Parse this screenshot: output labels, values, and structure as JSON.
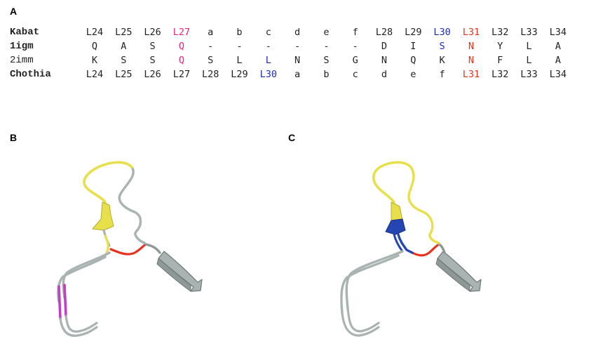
{
  "panels": {
    "a": "A",
    "b": "B",
    "c": "C"
  },
  "alignment": {
    "rows": [
      {
        "label": "Kabat",
        "bold": true,
        "cells": [
          "L24",
          "L25",
          "L26",
          "L27",
          "a",
          "b",
          "c",
          "d",
          "e",
          "f",
          "L28",
          "L29",
          "L30",
          "L31",
          "L32",
          "L33",
          "L34"
        ],
        "colors": [
          "",
          "",
          "",
          "pink",
          "",
          "",
          "",
          "",
          "",
          "",
          "",
          "",
          "blue",
          "red",
          "",
          "",
          ""
        ]
      },
      {
        "label": "1igm",
        "bold": true,
        "cells": [
          "Q",
          "A",
          "S",
          "Q",
          "-",
          "-",
          "-",
          "-",
          "-",
          "-",
          "D",
          "I",
          "S",
          "N",
          "Y",
          "L",
          "A"
        ],
        "colors": [
          "",
          "",
          "",
          "pink",
          "",
          "",
          "",
          "",
          "",
          "",
          "",
          "",
          "blue",
          "red",
          "",
          "",
          ""
        ]
      },
      {
        "label": "2imm",
        "bold": false,
        "cells": [
          "K",
          "S",
          "S",
          "Q",
          "S",
          "L",
          "L",
          "N",
          "S",
          "G",
          "N",
          "Q",
          "K",
          "N",
          "F",
          "L",
          "A"
        ],
        "colors": [
          "",
          "",
          "",
          "pink",
          "",
          "",
          "blue",
          "",
          "",
          "",
          "",
          "",
          "",
          "red",
          "",
          "",
          ""
        ]
      },
      {
        "label": "Chothia",
        "bold": true,
        "cells": [
          "L24",
          "L25",
          "L26",
          "L27",
          "L28",
          "L29",
          "L30",
          "a",
          "b",
          "c",
          "d",
          "e",
          "f",
          "L31",
          "L32",
          "L33",
          "L34"
        ],
        "colors": [
          "",
          "",
          "",
          "",
          "",
          "",
          "blue",
          "",
          "",
          "",
          "",
          "",
          "",
          "red",
          "",
          "",
          ""
        ]
      }
    ]
  },
  "colors": {
    "pink": "#e0287e",
    "blue": "#1f2fb0",
    "red": "#e8321e",
    "tube_gray": "#a9b3b1",
    "tube_edge": "#6f7977",
    "yellow": "#e8e04a",
    "magenta": "#c23fc6"
  },
  "structures": {
    "b": {
      "highlight": "magenta-strands"
    },
    "c": {
      "highlight": "blue-arrow-base"
    }
  }
}
